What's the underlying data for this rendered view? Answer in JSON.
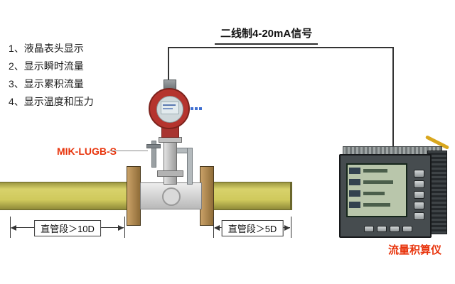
{
  "annotations": {
    "items": [
      {
        "label": "1、液晶表头显示"
      },
      {
        "label": "2、显示瞬时流量"
      },
      {
        "label": "3、显示累积流量"
      },
      {
        "label": "4、显示温度和压力"
      }
    ]
  },
  "signal": {
    "label": "二线制4-20mA信号"
  },
  "flowmeter": {
    "model_label": "MIK-LUGB-S"
  },
  "dimensions": {
    "left_label": "直管段＞10D",
    "right_label": "直管段＞5D"
  },
  "totalizer": {
    "label": "流量积算仪"
  },
  "colors": {
    "label_red": "#e8340c",
    "wire": "#333333",
    "pipe": "#cfc95c",
    "flange": "#b08a52",
    "head_ring": "#b5342e",
    "totalizer_lcd": "#b9c6ab"
  }
}
